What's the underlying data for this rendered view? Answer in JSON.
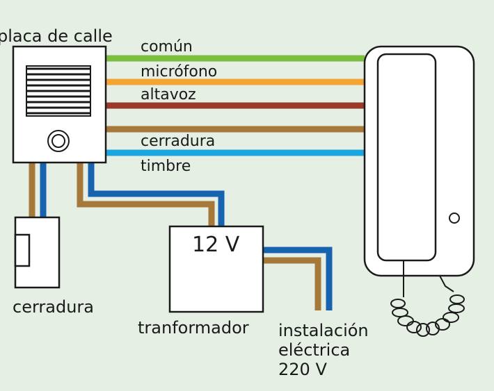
{
  "labels": {
    "street_panel": "placa de calle",
    "wires": [
      "común",
      "micrófono",
      "altavoz",
      "cerradura",
      "timbre"
    ],
    "lock": "cerradura",
    "transformer": "tranformador",
    "transformer_voltage": "12 V",
    "mains": [
      "instalación",
      "eléctrica",
      "220 V"
    ]
  },
  "colors": {
    "background": "#e5efe4",
    "comun": "#7cbf3f",
    "microfono": "#f2a532",
    "altavoz": "#9b3a2a",
    "cerradura": "#a6793a",
    "timbre": "#1aa7e0",
    "blue_wire": "#1763b0",
    "outline": "#1a1a1a"
  }
}
